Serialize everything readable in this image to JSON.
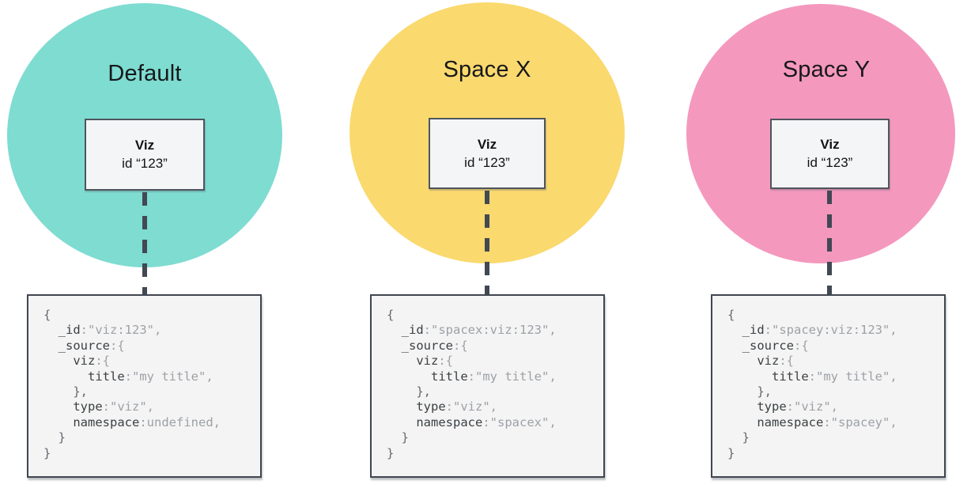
{
  "canvas": {
    "background": "#FFFFFF"
  },
  "palette": {
    "line": "#424953",
    "card-border": "#4E555D",
    "card-bg": "#F4F5F6",
    "code-border": "#40464F",
    "code-bg": "#F4F4F4"
  },
  "code_colors": {
    "key": "#3C4043",
    "plain": "#9DA1A6",
    "brace": "#63676D"
  },
  "spaces": [
    {
      "title": "Default",
      "circle_color": "#7EDCD1",
      "card": {
        "title": "Viz",
        "id_line": "id “123”"
      },
      "document": {
        "lines": [
          [
            {
              "t": "{",
              "c": "brace"
            }
          ],
          [
            {
              "t": "  ",
              "c": "plain"
            },
            {
              "t": "_id",
              "c": "key"
            },
            {
              "t": ":\"viz:123\",",
              "c": "plain"
            }
          ],
          [
            {
              "t": "  ",
              "c": "plain"
            },
            {
              "t": "_source",
              "c": "key"
            },
            {
              "t": ":{",
              "c": "plain"
            }
          ],
          [
            {
              "t": "    ",
              "c": "plain"
            },
            {
              "t": "viz",
              "c": "key"
            },
            {
              "t": ":{",
              "c": "plain"
            }
          ],
          [
            {
              "t": "      ",
              "c": "plain"
            },
            {
              "t": "title",
              "c": "key"
            },
            {
              "t": ":\"my title\",",
              "c": "plain"
            }
          ],
          [
            {
              "t": "    },",
              "c": "brace"
            }
          ],
          [
            {
              "t": "    ",
              "c": "plain"
            },
            {
              "t": "type",
              "c": "key"
            },
            {
              "t": ":\"viz\",",
              "c": "plain"
            }
          ],
          [
            {
              "t": "    ",
              "c": "plain"
            },
            {
              "t": "namespace",
              "c": "key"
            },
            {
              "t": ":undefined,",
              "c": "plain"
            }
          ],
          [
            {
              "t": "  }",
              "c": "brace"
            }
          ],
          [
            {
              "t": "}",
              "c": "brace"
            }
          ]
        ]
      }
    },
    {
      "title": "Space X",
      "circle_color": "#FAD96E",
      "card": {
        "title": "Viz",
        "id_line": "id “123”"
      },
      "document": {
        "lines": [
          [
            {
              "t": "{",
              "c": "brace"
            }
          ],
          [
            {
              "t": "  ",
              "c": "plain"
            },
            {
              "t": "_id",
              "c": "key"
            },
            {
              "t": ":\"spacex:viz:123\",",
              "c": "plain"
            }
          ],
          [
            {
              "t": "  ",
              "c": "plain"
            },
            {
              "t": "_source",
              "c": "key"
            },
            {
              "t": ":{",
              "c": "plain"
            }
          ],
          [
            {
              "t": "    ",
              "c": "plain"
            },
            {
              "t": "viz",
              "c": "key"
            },
            {
              "t": ":{",
              "c": "plain"
            }
          ],
          [
            {
              "t": "      ",
              "c": "plain"
            },
            {
              "t": "title",
              "c": "key"
            },
            {
              "t": ":\"my title\",",
              "c": "plain"
            }
          ],
          [
            {
              "t": "    },",
              "c": "brace"
            }
          ],
          [
            {
              "t": "    ",
              "c": "plain"
            },
            {
              "t": "type",
              "c": "key"
            },
            {
              "t": ":\"viz\",",
              "c": "plain"
            }
          ],
          [
            {
              "t": "    ",
              "c": "plain"
            },
            {
              "t": "namespace",
              "c": "key"
            },
            {
              "t": ":\"spacex\",",
              "c": "plain"
            }
          ],
          [
            {
              "t": "  }",
              "c": "brace"
            }
          ],
          [
            {
              "t": "}",
              "c": "brace"
            }
          ]
        ]
      }
    },
    {
      "title": "Space Y",
      "circle_color": "#F498BE",
      "card": {
        "title": "Viz",
        "id_line": "id “123”"
      },
      "document": {
        "lines": [
          [
            {
              "t": "{",
              "c": "brace"
            }
          ],
          [
            {
              "t": "  ",
              "c": "plain"
            },
            {
              "t": "_id",
              "c": "key"
            },
            {
              "t": ":\"spacey:viz:123\",",
              "c": "plain"
            }
          ],
          [
            {
              "t": "  ",
              "c": "plain"
            },
            {
              "t": "_source",
              "c": "key"
            },
            {
              "t": ":{",
              "c": "plain"
            }
          ],
          [
            {
              "t": "    ",
              "c": "plain"
            },
            {
              "t": "viz",
              "c": "key"
            },
            {
              "t": ":{",
              "c": "plain"
            }
          ],
          [
            {
              "t": "      ",
              "c": "plain"
            },
            {
              "t": "title",
              "c": "key"
            },
            {
              "t": ":\"my title\",",
              "c": "plain"
            }
          ],
          [
            {
              "t": "    },",
              "c": "brace"
            }
          ],
          [
            {
              "t": "    ",
              "c": "plain"
            },
            {
              "t": "type",
              "c": "key"
            },
            {
              "t": ":\"viz\",",
              "c": "plain"
            }
          ],
          [
            {
              "t": "    ",
              "c": "plain"
            },
            {
              "t": "namespace",
              "c": "key"
            },
            {
              "t": ":\"spacey\",",
              "c": "plain"
            }
          ],
          [
            {
              "t": "  }",
              "c": "brace"
            }
          ],
          [
            {
              "t": "}",
              "c": "brace"
            }
          ]
        ]
      }
    }
  ]
}
